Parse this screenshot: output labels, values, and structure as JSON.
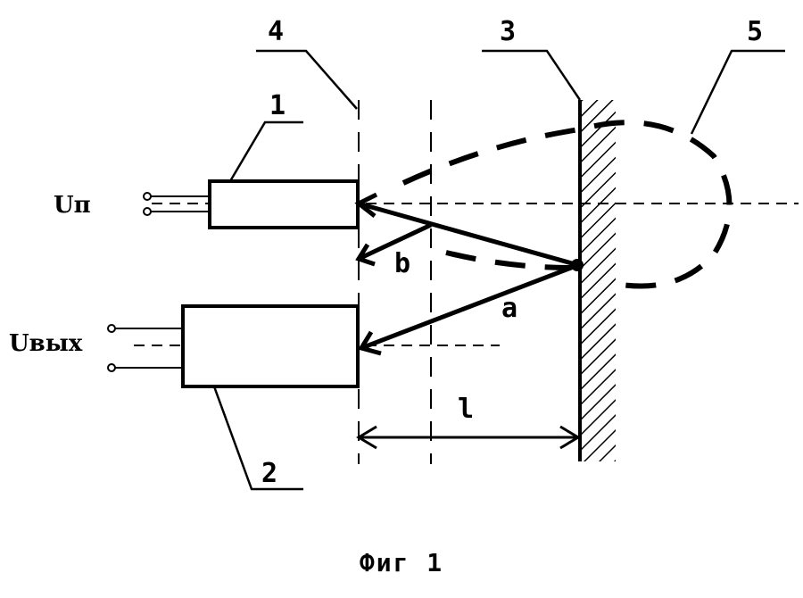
{
  "labels": {
    "callout_1": "1",
    "callout_2": "2",
    "callout_3": "3",
    "callout_4": "4",
    "callout_5": "5",
    "voltage_in": "Uп",
    "voltage_out": "Uвых",
    "beam_a": "a",
    "beam_b": "b",
    "distance_l": "l"
  },
  "caption": "Фиг 1",
  "colors": {
    "ink": "#000000",
    "paper": "#ffffff"
  }
}
